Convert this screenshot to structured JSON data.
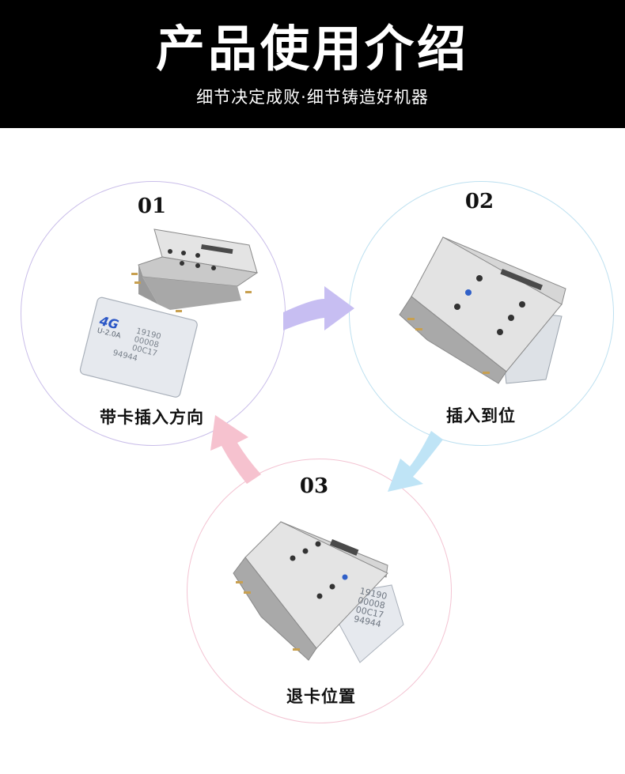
{
  "header": {
    "title": "产品使用介绍",
    "subtitle": "细节决定成败·细节铸造好机器"
  },
  "steps": [
    {
      "number": "01",
      "label": "带卡插入方向"
    },
    {
      "number": "02",
      "label": "插入到位"
    },
    {
      "number": "03",
      "label": "退卡位置"
    }
  ],
  "sim_card": {
    "badge": "4G",
    "version": "U-2.0A",
    "lines": [
      "19190",
      "00008",
      "00C17",
      "94944"
    ]
  },
  "colors": {
    "header_bg": "#000000",
    "arrow_purple": "#c7bef2",
    "arrow_blue": "#bfe4f6",
    "arrow_pink": "#f6c2cf"
  }
}
